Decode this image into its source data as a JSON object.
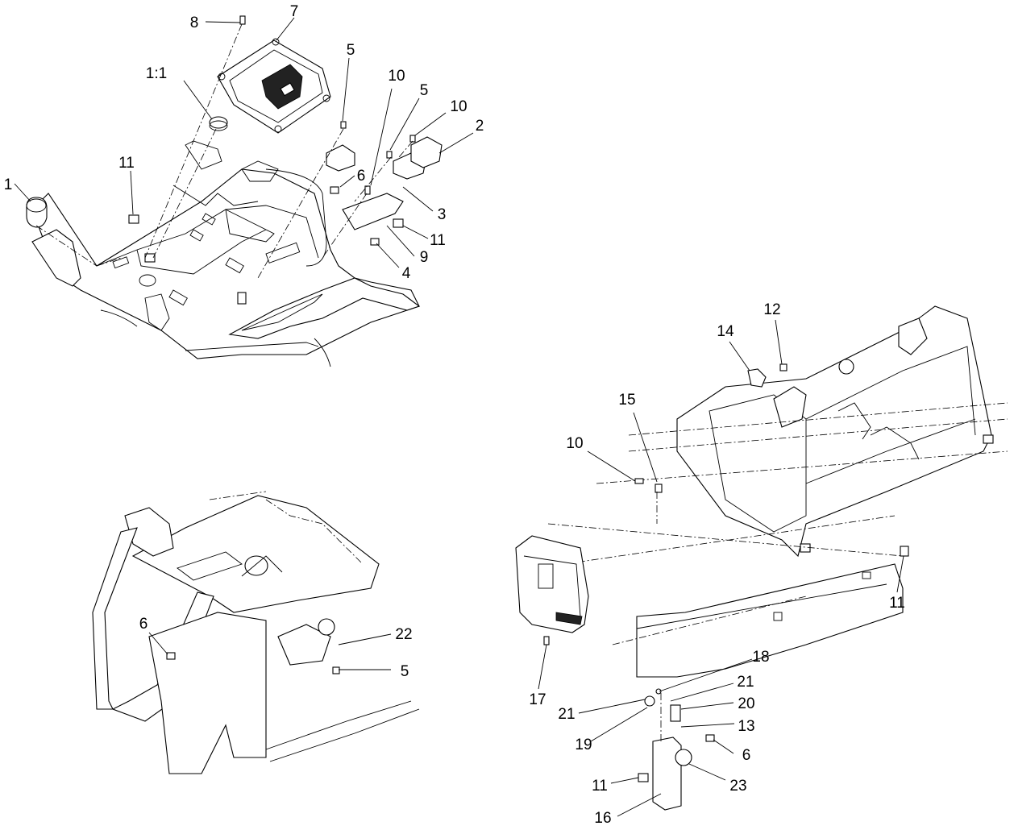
{
  "callouts": [
    {
      "id": "c7",
      "text": "7"
    },
    {
      "id": "c8",
      "text": "8"
    },
    {
      "id": "c1_1",
      "text": "1:1"
    },
    {
      "id": "c5a",
      "text": "5"
    },
    {
      "id": "c10a",
      "text": "10"
    },
    {
      "id": "c5b",
      "text": "5"
    },
    {
      "id": "c10b",
      "text": "10"
    },
    {
      "id": "c2",
      "text": "2"
    },
    {
      "id": "c11a",
      "text": "11"
    },
    {
      "id": "c1",
      "text": "1"
    },
    {
      "id": "c6a",
      "text": "6"
    },
    {
      "id": "c3",
      "text": "3"
    },
    {
      "id": "c11b",
      "text": "11"
    },
    {
      "id": "c9",
      "text": "9"
    },
    {
      "id": "c4",
      "text": "4"
    },
    {
      "id": "c12",
      "text": "12"
    },
    {
      "id": "c14",
      "text": "14"
    },
    {
      "id": "c15",
      "text": "15"
    },
    {
      "id": "c10c",
      "text": "10"
    },
    {
      "id": "c11c",
      "text": "11"
    },
    {
      "id": "c6b",
      "text": "6"
    },
    {
      "id": "c22",
      "text": "22"
    },
    {
      "id": "c5c",
      "text": "5"
    },
    {
      "id": "c18",
      "text": "18"
    },
    {
      "id": "c17",
      "text": "17"
    },
    {
      "id": "c21a",
      "text": "21"
    },
    {
      "id": "c21b",
      "text": "21"
    },
    {
      "id": "c20",
      "text": "20"
    },
    {
      "id": "c13",
      "text": "13"
    },
    {
      "id": "c19",
      "text": "19"
    },
    {
      "id": "c6c",
      "text": "6"
    },
    {
      "id": "c11d",
      "text": "11"
    },
    {
      "id": "c23",
      "text": "23"
    },
    {
      "id": "c16",
      "text": "16"
    }
  ]
}
